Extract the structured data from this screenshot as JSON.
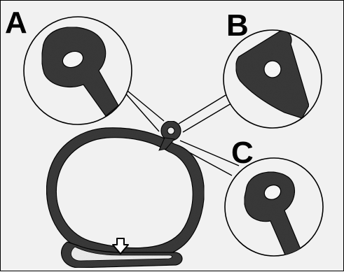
{
  "labels": {
    "a": "A",
    "b": "B",
    "c": "C"
  },
  "colors": {
    "background": "#f1f1f1",
    "part": "#3a3a3a",
    "part_highlight": "#5a5a5a",
    "outline": "#000000",
    "arrow_fill": "#ffffff"
  },
  "icons": {
    "direction_arrow": "down-arrow-icon"
  }
}
